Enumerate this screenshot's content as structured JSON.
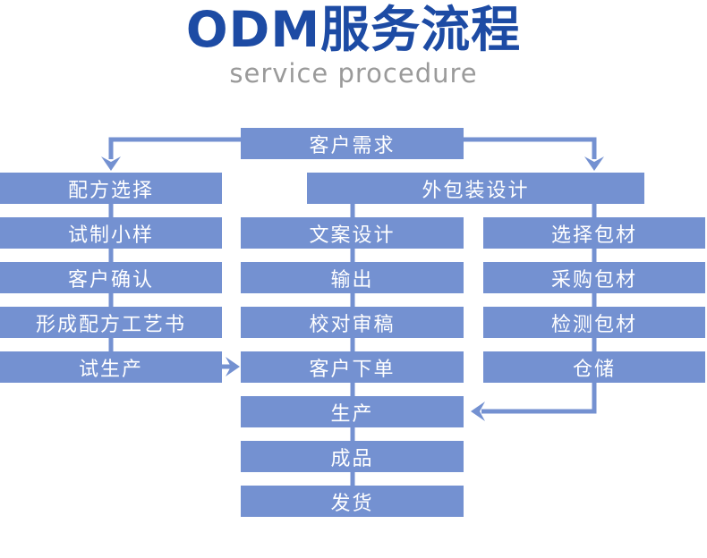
{
  "header": {
    "title": "ODM服务流程",
    "subtitle": "service procedure"
  },
  "colors": {
    "box": "#7491d1",
    "title": "#1d4ba4",
    "subtitle": "#9a9a9a",
    "box_text": "#ffffff"
  },
  "flow": {
    "top_node": {
      "label": "客户需求"
    },
    "packaging_header": {
      "label": "外包装设计"
    },
    "left_column": [
      {
        "label": "配方选择"
      },
      {
        "label": "试制小样"
      },
      {
        "label": "客户确认"
      },
      {
        "label": "形成配方工艺书"
      },
      {
        "label": "试生产"
      }
    ],
    "middle_column": [
      {
        "label": "文案设计"
      },
      {
        "label": "输出"
      },
      {
        "label": "校对审稿"
      },
      {
        "label": "客户下单"
      },
      {
        "label": "生产"
      },
      {
        "label": "成品"
      },
      {
        "label": "发货"
      }
    ],
    "right_column": [
      {
        "label": "选择包材"
      },
      {
        "label": "采购包材"
      },
      {
        "label": "检测包材"
      },
      {
        "label": "仓储"
      }
    ]
  }
}
